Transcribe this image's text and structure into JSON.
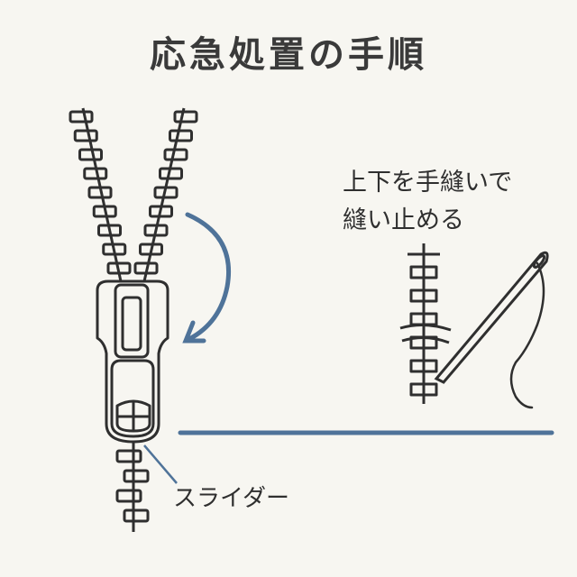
{
  "title": "応急処置の手順",
  "caption": {
    "line1": "上下を手縫いで",
    "line2": "縫い止める"
  },
  "labels": {
    "slider": "スライダー"
  },
  "colors": {
    "outline": "#2f2f2f",
    "accent": "#4f7399",
    "background": "#f7f6f1"
  },
  "icons": [
    "zipper-icon",
    "curved-arrow-icon",
    "needle-icon",
    "thread-icon",
    "stitched-zipper-icon"
  ]
}
